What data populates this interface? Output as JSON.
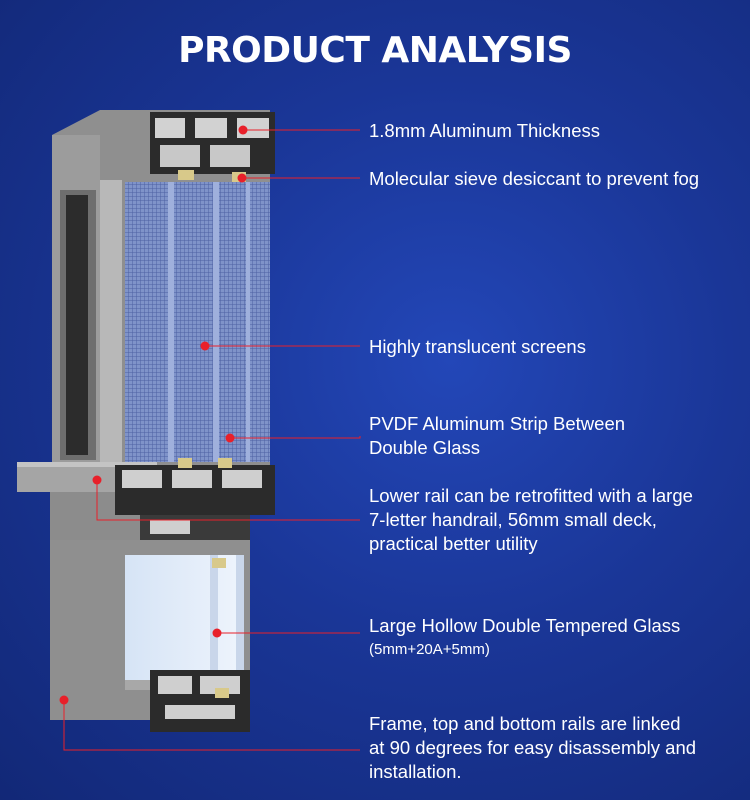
{
  "title": "PRODUCT ANALYSIS",
  "callouts": [
    {
      "lines": [
        "1.8mm Aluminum Thickness"
      ]
    },
    {
      "lines": [
        "Molecular sieve desiccant to prevent fog"
      ]
    },
    {
      "lines": [
        "Highly translucent screens"
      ]
    },
    {
      "lines": [
        "PVDF Aluminum Strip Between",
        "Double Glass"
      ]
    },
    {
      "lines": [
        "Lower rail can be retrofitted with a large",
        "7-letter handrail, 56mm small deck,",
        "practical better utility"
      ]
    },
    {
      "lines": [
        "Large Hollow Double Tempered Glass"
      ],
      "sub": "(5mm+20A+5mm)"
    },
    {
      "lines": [
        "Frame, top and bottom rails are linked",
        "at 90 degrees for easy disassembly and",
        "installation."
      ]
    }
  ],
  "colors": {
    "background": "#1a3697",
    "leader": "#e8202a",
    "frame": "#9a9a9a"
  }
}
